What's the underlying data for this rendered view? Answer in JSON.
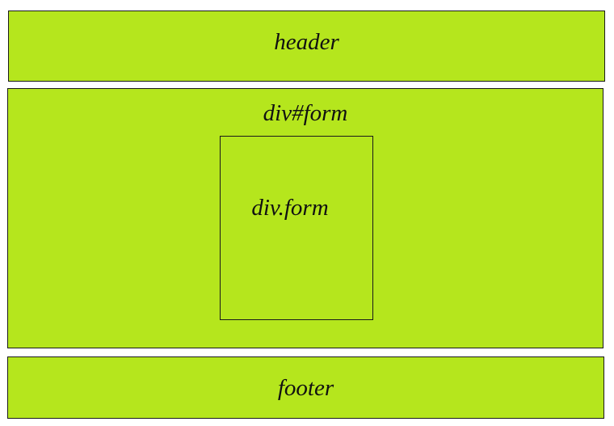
{
  "colors": {
    "box_fill": "#b5e61d",
    "border": "#1a1a1a",
    "text": "#111111"
  },
  "header": {
    "label": "header"
  },
  "form_container": {
    "label": "div#form",
    "inner": {
      "label": "div.form"
    }
  },
  "footer": {
    "label": "footer"
  }
}
